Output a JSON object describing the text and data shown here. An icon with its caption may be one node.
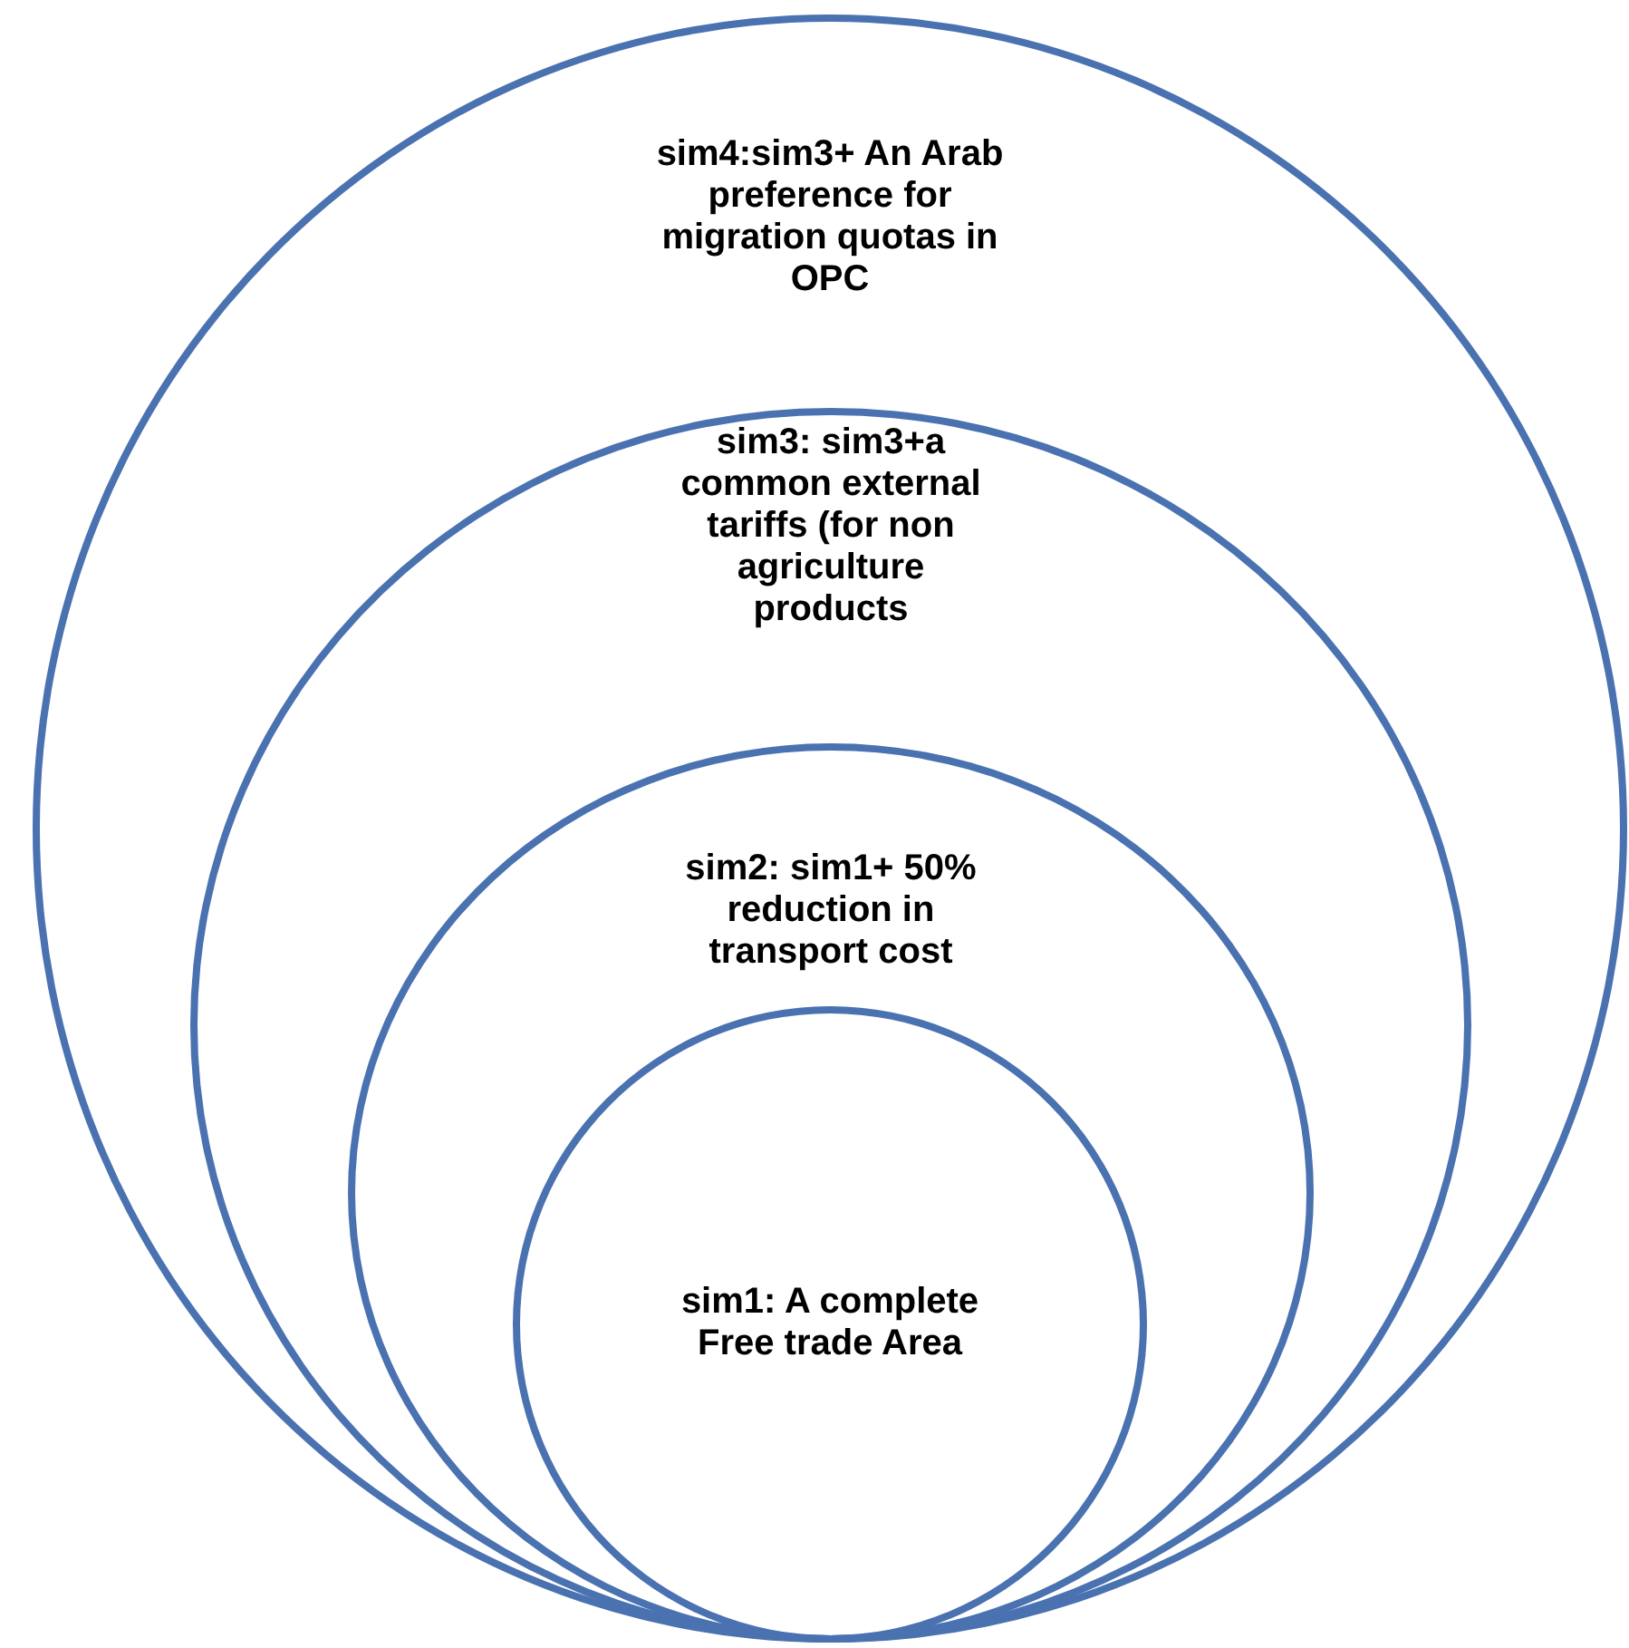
{
  "diagram": {
    "nodes": [
      {
        "text": [
          "sim4:sim3+ An Arab preference for migration quotas in OPC"
        ]
      },
      {
        "text": [
          "sim3: sim3+a common external tariffs (for non agriculture products"
        ],
        "in": 0
      },
      {
        "text": [
          "sim2: sim1+ 50% reduction in transport cost"
        ],
        "in": 1
      },
      {
        "text": [
          "sim1: A complete Free trade Area"
        ],
        "in": 2
      }
    ]
  }
}
